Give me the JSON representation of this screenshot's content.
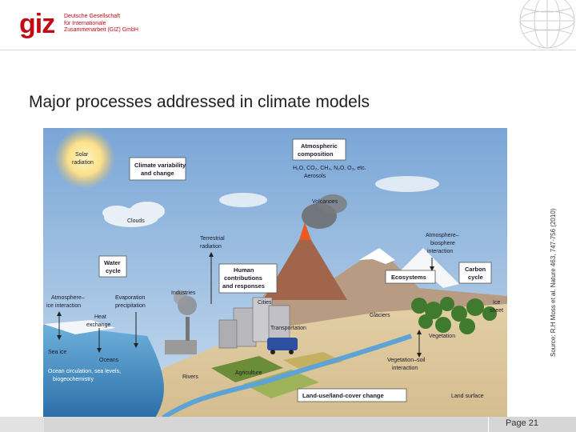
{
  "header": {
    "logo_mark": "giz",
    "logo_lines": [
      "Deutsche Gesellschaft",
      "für Internationale",
      "Zusammenarbeit (GIZ) GmbH"
    ]
  },
  "title": "Major processes addressed in climate models",
  "source": "Source: R.H Moss et al. Nature 463, 747-756 (2010)",
  "footer": {
    "page": "Page 21"
  },
  "diagram": {
    "boxes": {
      "climate_variability": [
        "Climate variability",
        "and change"
      ],
      "atmospheric_composition": [
        "Atmospheric",
        "composition"
      ],
      "water_cycle": [
        "Water",
        "cycle"
      ],
      "human_contributions": [
        "Human",
        "contributions",
        "and responses"
      ],
      "ecosystems": "Ecosystems",
      "carbon_cycle": [
        "Carbon",
        "cycle"
      ],
      "land_use": "Land-use/land-cover change"
    },
    "labels": {
      "solar_radiation": [
        "Solar",
        "radiation"
      ],
      "gases": "H₂O, CO₂, CH₄, N₂O, O₃, etc.",
      "aerosols": "Aerosols",
      "clouds": "Clouds",
      "volcanoes": "Volcanoes",
      "terrestrial_radiation": [
        "Terrestrial",
        "radiation"
      ],
      "atmosphere_biosphere": [
        "Atmosphere–",
        "biosphere",
        "interaction"
      ],
      "industries": "Industries",
      "atmosphere_ice": [
        "Atmosphere–",
        "ice interaction"
      ],
      "evaporation": [
        "Evaporation",
        "precipitation"
      ],
      "cities": "Cities",
      "ice_sheet": [
        "Ice",
        "sheet"
      ],
      "heat_exchange": [
        "Heat",
        "exchange"
      ],
      "glaciers": "Glaciers",
      "transportation": "Transportation",
      "vegetation": "Vegetation",
      "sea_ice": "Sea ice",
      "oceans": "Oceans",
      "ocean_circulation": [
        "Ocean circulation, sea levels,",
        "biogeochemistry"
      ],
      "vegetation_soil": [
        "Vegetation–soil",
        "interaction"
      ],
      "rivers": "Rivers",
      "agriculture": "Agriculture",
      "land_surface": "Land surface"
    }
  }
}
